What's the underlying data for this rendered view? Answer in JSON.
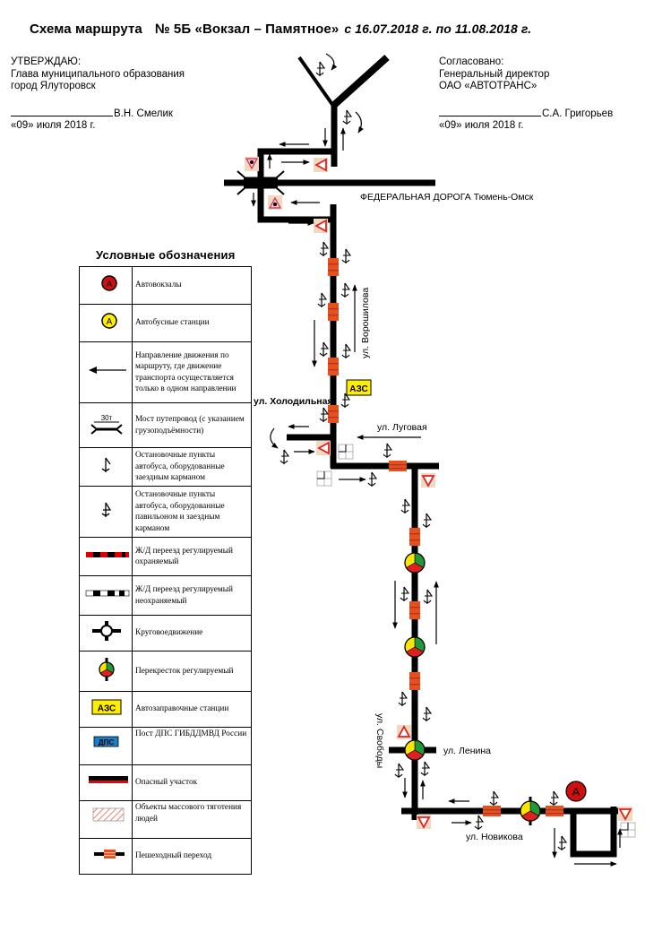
{
  "header": {
    "title": "Схема маршрута",
    "route_number": "№ 5Б «Вокзал – Памятное»",
    "period": "с 16.07.2018 г. по 11.08.2018 г."
  },
  "approval_left": {
    "heading": "УТВЕРЖДАЮ:",
    "position_line1": "Глава муниципального образования",
    "position_line2": "город Ялуторовск",
    "signatory": "В.Н. Смелик",
    "date": "«09» июля 2018 г."
  },
  "approval_right": {
    "heading": "Согласовано:",
    "position_line1": "Генеральный директор",
    "position_line2": "ОАО  «АВТОТРАНС»",
    "signatory": "С.А. Григорьев",
    "date": "«09» июля 2018 г."
  },
  "legend": {
    "title": "Условные обозначения",
    "items": [
      {
        "icon": "bus-terminal-icon",
        "label": "Автовокзалы"
      },
      {
        "icon": "bus-station-icon",
        "label": "Автобусные станции"
      },
      {
        "icon": "one-way-arrow-icon",
        "label": "Направление движения по маршруту, где движение транспорта осуществляется только в одном направлении"
      },
      {
        "icon": "bridge-icon",
        "label": "Мост путепровод (с указанием грузоподъёмности)",
        "capacity": "30т"
      },
      {
        "icon": "bus-stop-pocket-icon",
        "label": "Остановочные пункты автобуса, оборудованные заездным карманом"
      },
      {
        "icon": "bus-stop-pavilion-icon",
        "label": "Остановочные пункты автобуса, оборудованные павильоном и заездным карманом"
      },
      {
        "icon": "rail-crossing-guarded-icon",
        "label": "Ж/Д переезд регулируемый охраняемый"
      },
      {
        "icon": "rail-crossing-unguarded-icon",
        "label": "Ж/Д переезд регулируемый неохраняемый"
      },
      {
        "icon": "roundabout-icon",
        "label": "Круговоедвижение"
      },
      {
        "icon": "traffic-light-icon",
        "label": "Перекресток регулируемый"
      },
      {
        "icon": "gas-station-icon",
        "label": "Автозаправочные станции",
        "badge": "АЗС"
      },
      {
        "icon": "police-post-icon",
        "label": "Пост ДПС ГИБДДМВД России",
        "badge": "ДПС"
      },
      {
        "icon": "danger-zone-icon",
        "label": "Опасный участок"
      },
      {
        "icon": "crowd-area-icon",
        "label": "Объекты массового тяготения людей"
      },
      {
        "icon": "pedestrian-crossing-icon",
        "label": "Пешеходный переход"
      }
    ]
  },
  "map": {
    "federal_road": "ФЕДЕРАЛЬНАЯ ДОРОГА Тюмень-Омск",
    "streets": {
      "voroshilova": "ул. Ворошилова",
      "kholodilnaya": "ул. Холодильная",
      "lugovaya": "ул. Луговая",
      "svobody": "ул. Свободы",
      "lenina": "ул. Ленина",
      "novikova": "ул. Новикова"
    },
    "gas_station_badge": "АЗС",
    "terminal_letter": "А"
  },
  "colors": {
    "road": "#000000",
    "crossing": "#d9480f",
    "warning_red": "#e02020",
    "sign_bg": "#f0d9c0",
    "gas_yellow": "#ffee00",
    "police_blue": "#1a7fc8",
    "light_yellow": "#ffe600",
    "light_green": "#1e9a3a",
    "light_red": "#e02020"
  }
}
